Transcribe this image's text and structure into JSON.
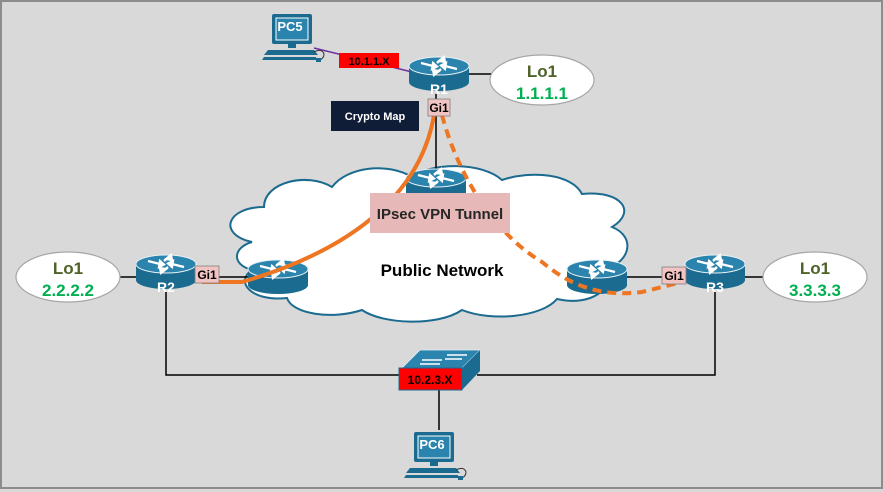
{
  "diagram": {
    "title": "IPsec VPN Crypto Map Topology",
    "cloud_label": "Public Network",
    "tunnel_label": "IPsec VPN Tunnel",
    "crypto_label": "Crypto Map",
    "routers": [
      {
        "id": "R1",
        "label": "R1",
        "interface": "Gi1",
        "loopback_name": "Lo1",
        "loopback_ip": "1.1.1.1"
      },
      {
        "id": "R2",
        "label": "R2",
        "interface": "Gi1",
        "loopback_name": "Lo1",
        "loopback_ip": "2.2.2.2"
      },
      {
        "id": "R3",
        "label": "R3",
        "interface": "Gi1",
        "loopback_name": "Lo1",
        "loopback_ip": "3.3.3.3"
      }
    ],
    "pcs": [
      {
        "id": "PC5",
        "label": "PC5"
      },
      {
        "id": "PC6",
        "label": "PC6"
      }
    ],
    "subnets": {
      "pc5_lan": "10.1.1.X",
      "switch_lan": "10.2.3.X"
    },
    "colors": {
      "background": "#d9d9d9",
      "device_blue": "#1b6a8f",
      "device_top": "#2a84ad",
      "tunnel_orange": "#ee7623",
      "subnet_red": "#ff0000",
      "interface_pink": "#f2c3c3",
      "tunnel_box": "#e6b8b7",
      "loopback_name_color": "#4f6228",
      "loopback_ip_color": "#00b050",
      "crypto_bg": "#0f1d36",
      "pc_link_purple": "#7030a0"
    }
  }
}
